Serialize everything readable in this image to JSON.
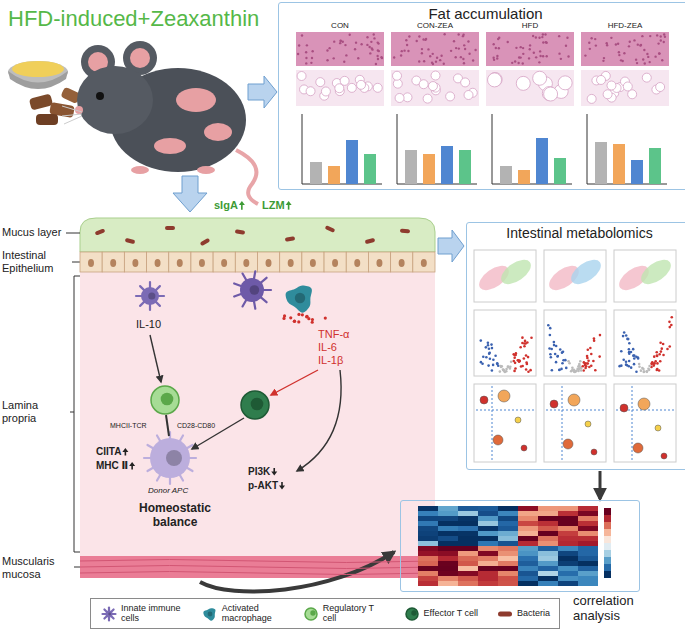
{
  "diagram": {
    "title": "HFD-induced+Zeaxanthin",
    "nodes": [
      {
        "text": [
          "Fat accumulation"
        ]
      },
      {
        "text": [
          "Intestinal metabolomics"
        ]
      },
      {
        "text": [
          "correlation analysis"
        ]
      }
    ],
    "edges": [
      {
        "from": 1,
        "to": 2,
        "arrow": "to"
      }
    ],
    "labels": [
      "CON",
      "CON-ZEA",
      "HFD",
      "HFD-ZEA",
      "Mucus layer",
      "Intestinal Epithelium",
      "Lamina propria",
      "Muscularis mucosa",
      "sIgA",
      "LZM",
      "IL-10",
      "TNF-α",
      "IL-6",
      "IL-1β",
      "MHCII-TCR",
      "CD28-CD80",
      "Donor APC",
      "CIITA",
      "MHC Ⅱ",
      "PI3K",
      "p-AKT",
      "Homeostatic balance"
    ],
    "legend": [
      {
        "text": "Innate immune cells"
      },
      {
        "text": "Activated macrophage"
      },
      {
        "text": "Regulatory T cell"
      },
      {
        "text": "Effector T cell"
      },
      {
        "text": "Bacteria"
      }
    ]
  }
}
